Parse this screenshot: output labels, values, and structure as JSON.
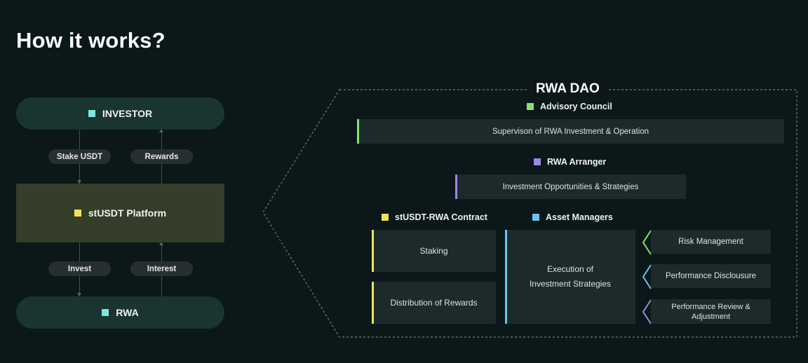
{
  "title": "How it works?",
  "colors": {
    "investor": "#7ee8d8",
    "platform": "#f5e35b",
    "rwa": "#7ee8d8",
    "advisory": "#86e36f",
    "arranger": "#9b87e8",
    "contract": "#f5e35b",
    "managers": "#67c5ec",
    "risk": "#86e36f",
    "disclosure": "#67c5ec",
    "review": "#9b87e8"
  },
  "flow": {
    "investor": "INVESTOR",
    "stake_label": "Stake USDT",
    "rewards_label": "Rewards",
    "platform": "stUSDT Platform",
    "invest_label": "Invest",
    "interest_label": "Interest",
    "rwa": "RWA"
  },
  "dao": {
    "title": "RWA DAO",
    "advisory": {
      "heading": "Advisory Council",
      "bar": "Supervison of RWA Investment & Operation"
    },
    "arranger": {
      "heading": "RWA Arranger",
      "bar": "Investment Opportunities & Strategies"
    },
    "contract": {
      "heading": "stUSDT-RWA Contract",
      "staking": "Staking",
      "distribution": "Distribution of Rewards"
    },
    "managers": {
      "heading": "Asset Managers",
      "execution_line1": "Execution of",
      "execution_line2": "Investment Strategies",
      "risk": "Risk Management",
      "disclosure": "Performance Disclousure",
      "review_line1": "Performance Review &",
      "review_line2": "Adjustment"
    }
  }
}
